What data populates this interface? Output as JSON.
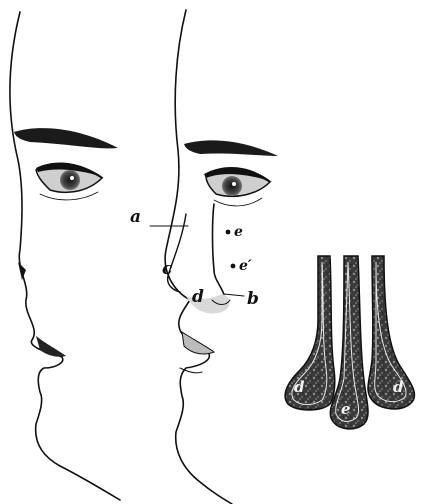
{
  "labels": {
    "a": "a",
    "b": "b",
    "c": "c",
    "d": "d",
    "e": "e",
    "e_prime": "e′",
    "section_left": "d",
    "section_middle": "e",
    "section_right": "d"
  },
  "colors": {
    "ink": "#111111",
    "paper": "#ffffff",
    "shading": "#555555",
    "tissue": "#3a3a3a"
  }
}
